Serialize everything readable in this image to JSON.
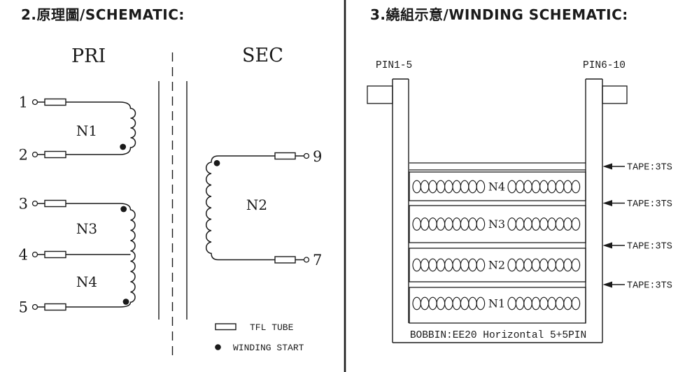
{
  "colors": {
    "ink": "#1a1a1a",
    "background": "#ffffff"
  },
  "schematic_panel": {
    "title": "2.原理圖/SCHEMATIC:",
    "pri": "PRI",
    "sec": "SEC",
    "pins": {
      "p1": "1",
      "p2": "2",
      "p3": "3",
      "p4": "4",
      "p5": "5",
      "p9": "9",
      "p7": "7"
    },
    "windings": {
      "n1": "N1",
      "n2": "N2",
      "n3": "N3",
      "n4": "N4"
    },
    "legend": {
      "tube": "TFL TUBE",
      "start": "WINDING START"
    }
  },
  "winding_panel": {
    "title": "3.繞組示意/WINDING SCHEMATIC:",
    "pin_group_left": "PIN1-5",
    "pin_group_right": "PIN6-10",
    "tape_label": "TAPE:3TS",
    "layers": [
      {
        "label": "N4"
      },
      {
        "label": "N3"
      },
      {
        "label": "N2"
      },
      {
        "label": "N1"
      }
    ],
    "bobbin_label": "BOBBIN:EE20 Horizontal 5+5PIN"
  }
}
